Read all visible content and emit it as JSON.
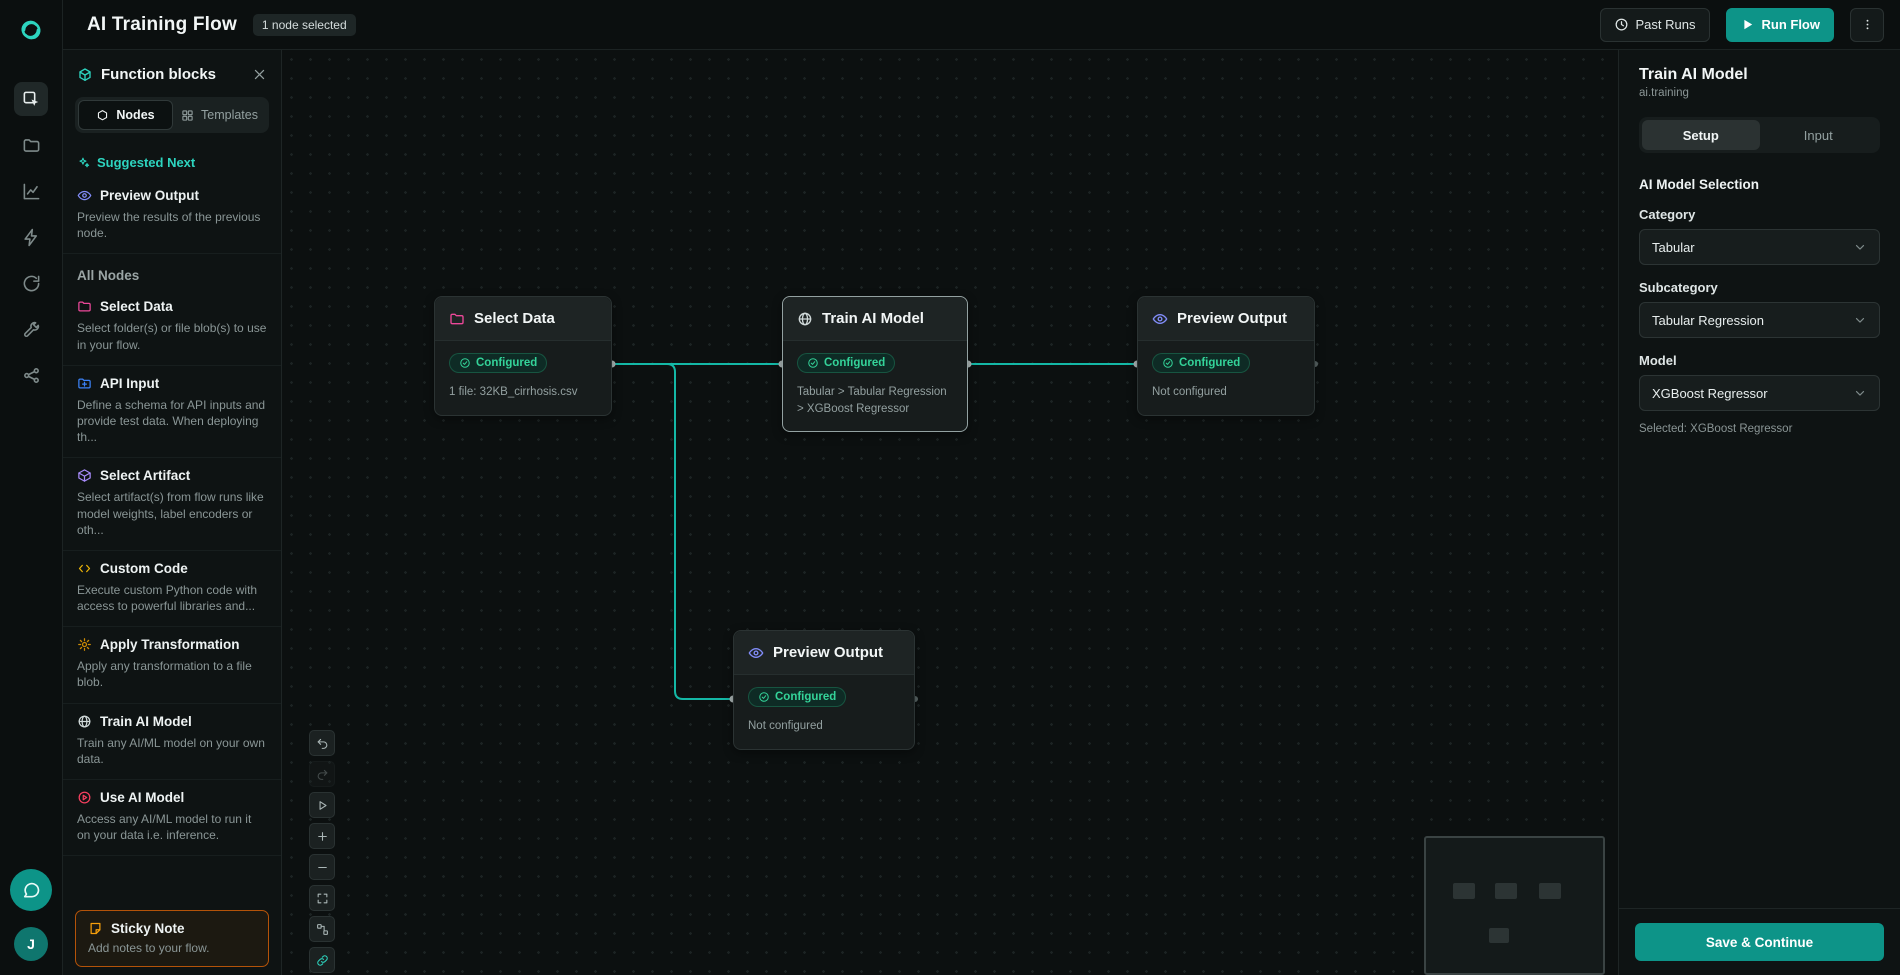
{
  "colors": {
    "accent": "#14b8a6",
    "accent_bright": "#2dd4bf",
    "primary_button": "#0d9488",
    "badge_text": "#34d399",
    "edge": "#14b8a6",
    "sticky_border": "#b45309",
    "selected_node_border": "#93a1a1"
  },
  "topbar": {
    "title": "AI Training Flow",
    "selection_badge": "1 node selected",
    "past_runs_label": "Past Runs",
    "run_flow_label": "Run Flow",
    "more_icon": "kebab-menu"
  },
  "rail": {
    "icons": [
      "flow-editor",
      "folder",
      "analytics",
      "bolt",
      "sync",
      "tools",
      "share"
    ],
    "active_icon": "flow-editor",
    "chat_icon": "chat-bubble",
    "avatar_initial": "J"
  },
  "sidebar": {
    "title": "Function blocks",
    "tabs": {
      "nodes": "Nodes",
      "templates": "Templates"
    },
    "suggested_title": "Suggested Next",
    "suggested": [
      {
        "title": "Preview Output",
        "desc": "Preview the results of the previous node.",
        "icon": "eye-icon",
        "color": "#818cf8"
      }
    ],
    "all_nodes_title": "All Nodes",
    "items": [
      {
        "title": "Select Data",
        "desc": "Select folder(s) or file blob(s) to use in your flow.",
        "icon": "folder-icon",
        "color": "#ec4899"
      },
      {
        "title": "API Input",
        "desc": "Define a schema for API inputs and provide test data. When deploying th...",
        "icon": "folder-icon",
        "color": "#3b82f6"
      },
      {
        "title": "Select Artifact",
        "desc": "Select artifact(s) from flow runs like model weights, label encoders or oth...",
        "icon": "cube-icon",
        "color": "#a78bfa"
      },
      {
        "title": "Custom Code",
        "desc": "Execute custom Python code with access to powerful libraries and...",
        "icon": "code-icon",
        "color": "#eab308"
      },
      {
        "title": "Apply Transformation",
        "desc": "Apply any transformation to a file blob.",
        "icon": "gear-icon",
        "color": "#ca8a04"
      },
      {
        "title": "Train AI Model",
        "desc": "Train any AI/ML model on your own data.",
        "icon": "globe-icon",
        "color": "#cfd8d8"
      },
      {
        "title": "Use AI Model",
        "desc": "Access any AI/ML model to run it on your data i.e. inference.",
        "icon": "circle-play-icon",
        "color": "#f43f5e"
      }
    ],
    "sticky": {
      "title": "Sticky Note",
      "desc": "Add notes to your flow.",
      "icon": "note-icon",
      "color": "#f59e0b"
    }
  },
  "canvas": {
    "nodes": [
      {
        "title": "Select Data",
        "status": "Configured",
        "detail": "1 file: 32KB_cirrhosis.csv",
        "icon": "folder-icon",
        "selected": false
      },
      {
        "title": "Train AI Model",
        "status": "Configured",
        "detail": "Tabular > Tabular Regression > XGBoost Regressor",
        "icon": "globe-icon",
        "selected": true
      },
      {
        "title": "Preview Output",
        "status": "Configured",
        "detail": "Not configured",
        "icon": "eye-icon",
        "selected": false
      },
      {
        "title": "Preview Output",
        "status": "Configured",
        "detail": "Not configured",
        "icon": "eye-icon",
        "selected": false
      }
    ],
    "toolbar_icons": [
      "undo",
      "redo",
      "play",
      "zoom-in",
      "zoom-out",
      "fit-view",
      "auto-layout",
      "connection"
    ]
  },
  "inspector": {
    "title": "Train AI Model",
    "subtitle": "ai.training",
    "tabs": {
      "setup": "Setup",
      "input": "Input"
    },
    "section_title": "AI Model Selection",
    "fields": [
      {
        "label": "Category",
        "value": "Tabular"
      },
      {
        "label": "Subcategory",
        "value": "Tabular Regression"
      },
      {
        "label": "Model",
        "value": "XGBoost Regressor"
      }
    ],
    "selected_note": "Selected: XGBoost Regressor",
    "save_label": "Save & Continue"
  }
}
